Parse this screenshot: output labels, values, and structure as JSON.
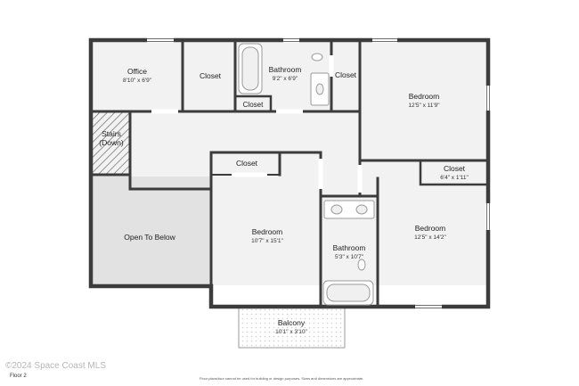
{
  "rooms": {
    "office": {
      "name": "Office",
      "dims": "8'10\" x 6'9\""
    },
    "closet_office": {
      "name": "Closet"
    },
    "bath1": {
      "name": "Bathroom",
      "dims": "9'2\" x 6'9\""
    },
    "closet_bath1": {
      "name": "Closet"
    },
    "closet_mid": {
      "name": "Closet"
    },
    "bed1": {
      "name": "Bedroom",
      "dims": "12'5\" x 11'9\""
    },
    "stairs": {
      "name": "Stairs",
      "sub": "(Down)"
    },
    "closet_center": {
      "name": "Closet"
    },
    "closet_bed3": {
      "name": "Closet",
      "dims": "6'4\" x 1'11\""
    },
    "open_below": {
      "name": "Open To Below"
    },
    "bed2": {
      "name": "Bedroom",
      "dims": "10'7\" x 15'1\""
    },
    "bath2": {
      "name": "Bathroom",
      "dims": "5'3\" x 10'7\""
    },
    "bed3": {
      "name": "Bedroom",
      "dims": "12'5\" x 14'2\""
    },
    "balcony": {
      "name": "Balcony",
      "dims": "10'1\" x 3'10\""
    }
  },
  "footer": {
    "watermark": "©2024 Space Coast MLS",
    "floor": "Floor 2",
    "disclaimer": "Floor plans/tour cannot be used for building or design purposes. Sizes and dimensions are approximate."
  },
  "colors": {
    "wall": "#3c3c3c",
    "floor": "#f2f2f2",
    "open": "#e2e2e2"
  }
}
